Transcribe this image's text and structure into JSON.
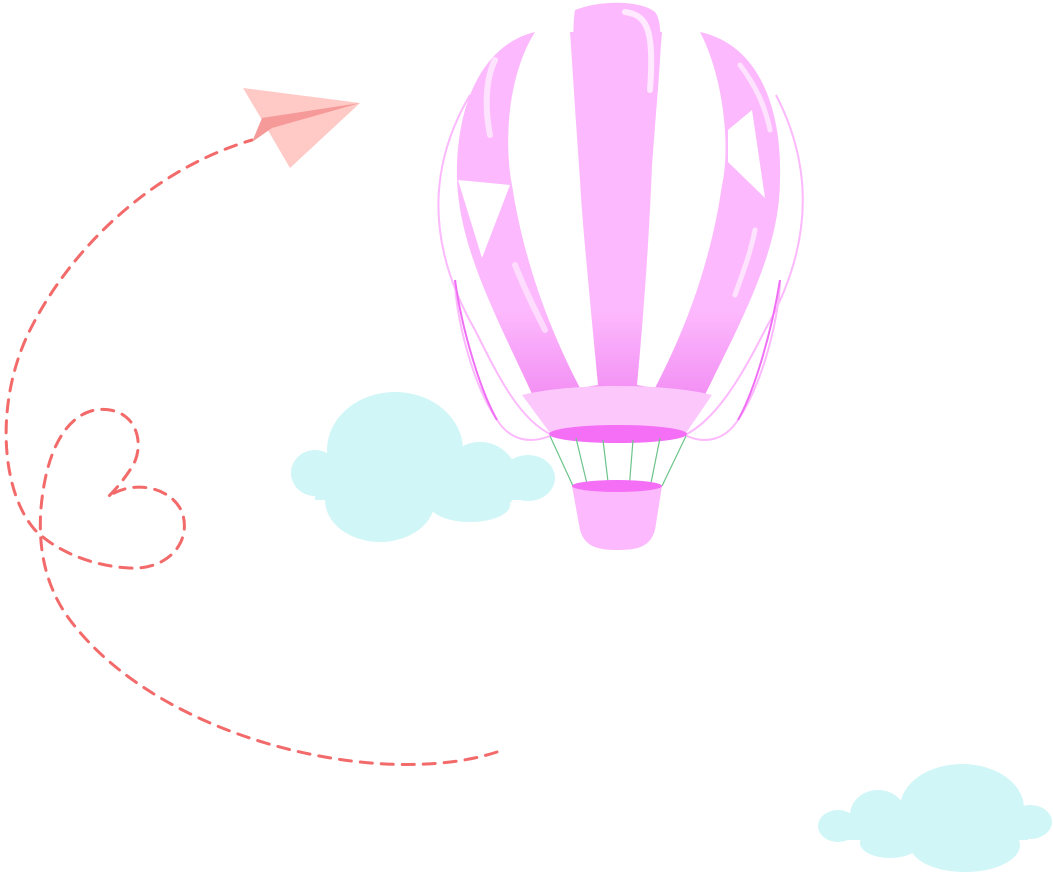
{
  "scene": {
    "elements": [
      "paper-plane",
      "dashed-flight-path",
      "hot-air-balloon",
      "cloud",
      "cloud"
    ]
  },
  "colors": {
    "background": "#ffffff",
    "balloon_pink": "#fdb9fd",
    "balloon_dark": "#f06ef5",
    "cloud": "#d0f6f7",
    "path": "#f26a6a",
    "plane_light": "#ffc9c6",
    "plane_dark": "#f59a98",
    "ropes": "#6cc48a"
  }
}
